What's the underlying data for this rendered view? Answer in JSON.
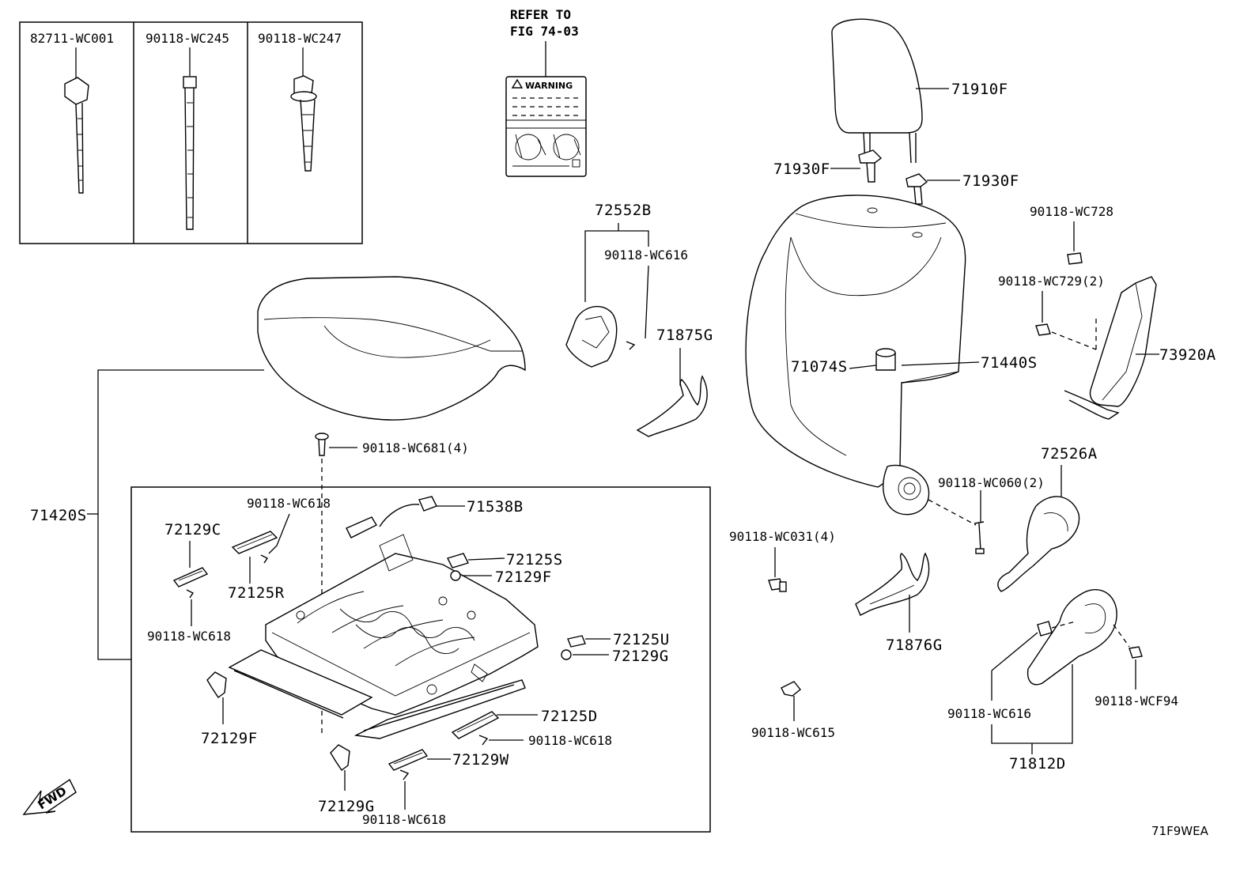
{
  "diagram_code": "71F9WEA",
  "fwd_label": "FWD",
  "refer": {
    "line1": "REFER TO",
    "line2": "FIG 74-03"
  },
  "warning_label": "WARNING",
  "inset_labels": [
    "82711-WC001",
    "90118-WC245",
    "90118-WC247"
  ],
  "labels": {
    "p71910F": "71910F",
    "p71930F_a": "71930F",
    "p71930F_b": "71930F",
    "p72552B": "72552B",
    "p90118WC616_top": "90118-WC616",
    "p71875G": "71875G",
    "p71074S": "71074S",
    "p71440S": "71440S",
    "p90118WC728": "90118-WC728",
    "p90118WC729": "90118-WC729(2)",
    "p73920A": "73920A",
    "p72526A": "72526A",
    "p90118WC060": "90118-WC060(2)",
    "p90118WC031": "90118-WC031(4)",
    "p71876G": "71876G",
    "p90118WC615": "90118-WC615",
    "p90118WC616_bot": "90118-WC616",
    "p90118WCF94": "90118-WCF94",
    "p71812D": "71812D",
    "p71420S": "71420S",
    "p90118WC681": "90118-WC681(4)",
    "p90118WC618_a": "90118-WC618",
    "p71538B": "71538B",
    "p72129C": "72129C",
    "p72125R": "72125R",
    "p90118WC618_b": "90118-WC618",
    "p72125S": "72125S",
    "p72129F_a": "72129F",
    "p72125U": "72125U",
    "p72129G_a": "72129G",
    "p72125D": "72125D",
    "p90118WC618_c": "90118-WC618",
    "p72129W": "72129W",
    "p72129F_b": "72129F",
    "p72129G_b": "72129G",
    "p90118WC618_d": "90118-WC618"
  }
}
